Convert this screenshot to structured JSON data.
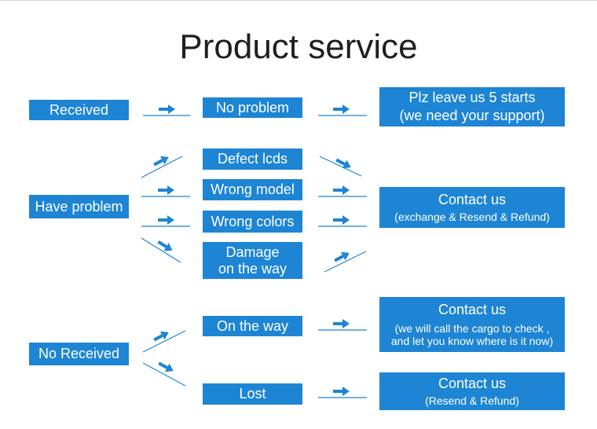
{
  "title": "Product service",
  "colors": {
    "box": "#1d85d4",
    "line": "#1d85d4",
    "text": "#ffffff",
    "title": "#1f1f1f"
  },
  "left": {
    "received": "Received",
    "have_problem": "Have problem",
    "no_received": "No Received"
  },
  "middle": {
    "no_problem": "No problem",
    "defect_lcds": "Defect lcds",
    "wrong_model": "Wrong model",
    "wrong_colors": "Wrong colors",
    "damage_line1": "Damage",
    "damage_line2": "on the way",
    "on_the_way": "On the way",
    "lost": "Lost"
  },
  "right": {
    "review": {
      "line1": "Plz leave us 5 starts",
      "line2": "(we need your support)"
    },
    "contact_problem": {
      "title": "Contact us",
      "detail": "(exchange & Resend & Refund)"
    },
    "contact_on_way": {
      "title": "Contact us",
      "detail1": "(we will call the cargo to check ,",
      "detail2": "and let you know where is it now)"
    },
    "contact_lost": {
      "title": "Contact us",
      "detail": "(Resend & Refund)"
    }
  },
  "icons": {
    "arrow": "arrow-icon"
  }
}
